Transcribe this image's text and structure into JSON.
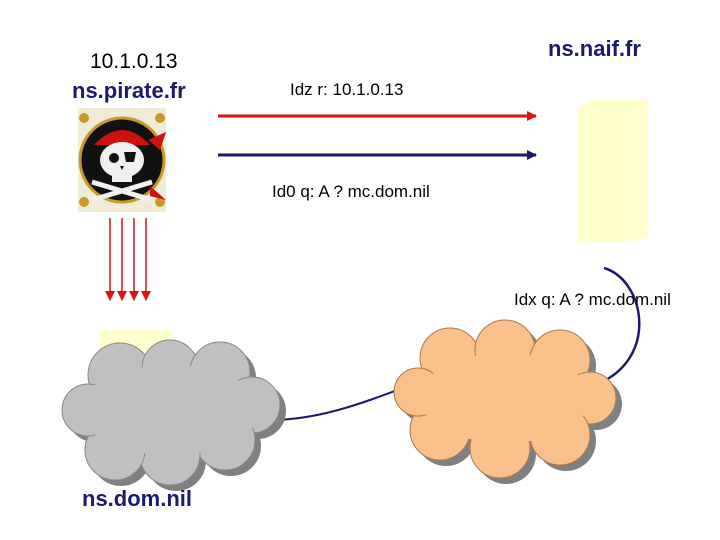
{
  "pirate": {
    "ip": "10.1.0.13",
    "name": "ns.pirate.fr"
  },
  "victim_server": {
    "name": "ns.naif.fr"
  },
  "dom_server": {
    "name": "ns.dom.nil"
  },
  "messages": {
    "forged_response": "Idz r:  10.1.0.13",
    "query_id0": "Id0 q: A ? mc.dom.nil",
    "query_idx": "Idx q: A ? mc.dom.nil"
  },
  "colors": {
    "red_arrow": "#dd1111",
    "blue_arrow": "#1a1a6e",
    "server_box": "#ffffcc",
    "gray_cloud": "#c0c0c0",
    "orange_cloud": "#f9c089",
    "cloud_shadow": "#808080"
  },
  "icons": {
    "pirate_logo": "skull-crossbones-icon"
  }
}
